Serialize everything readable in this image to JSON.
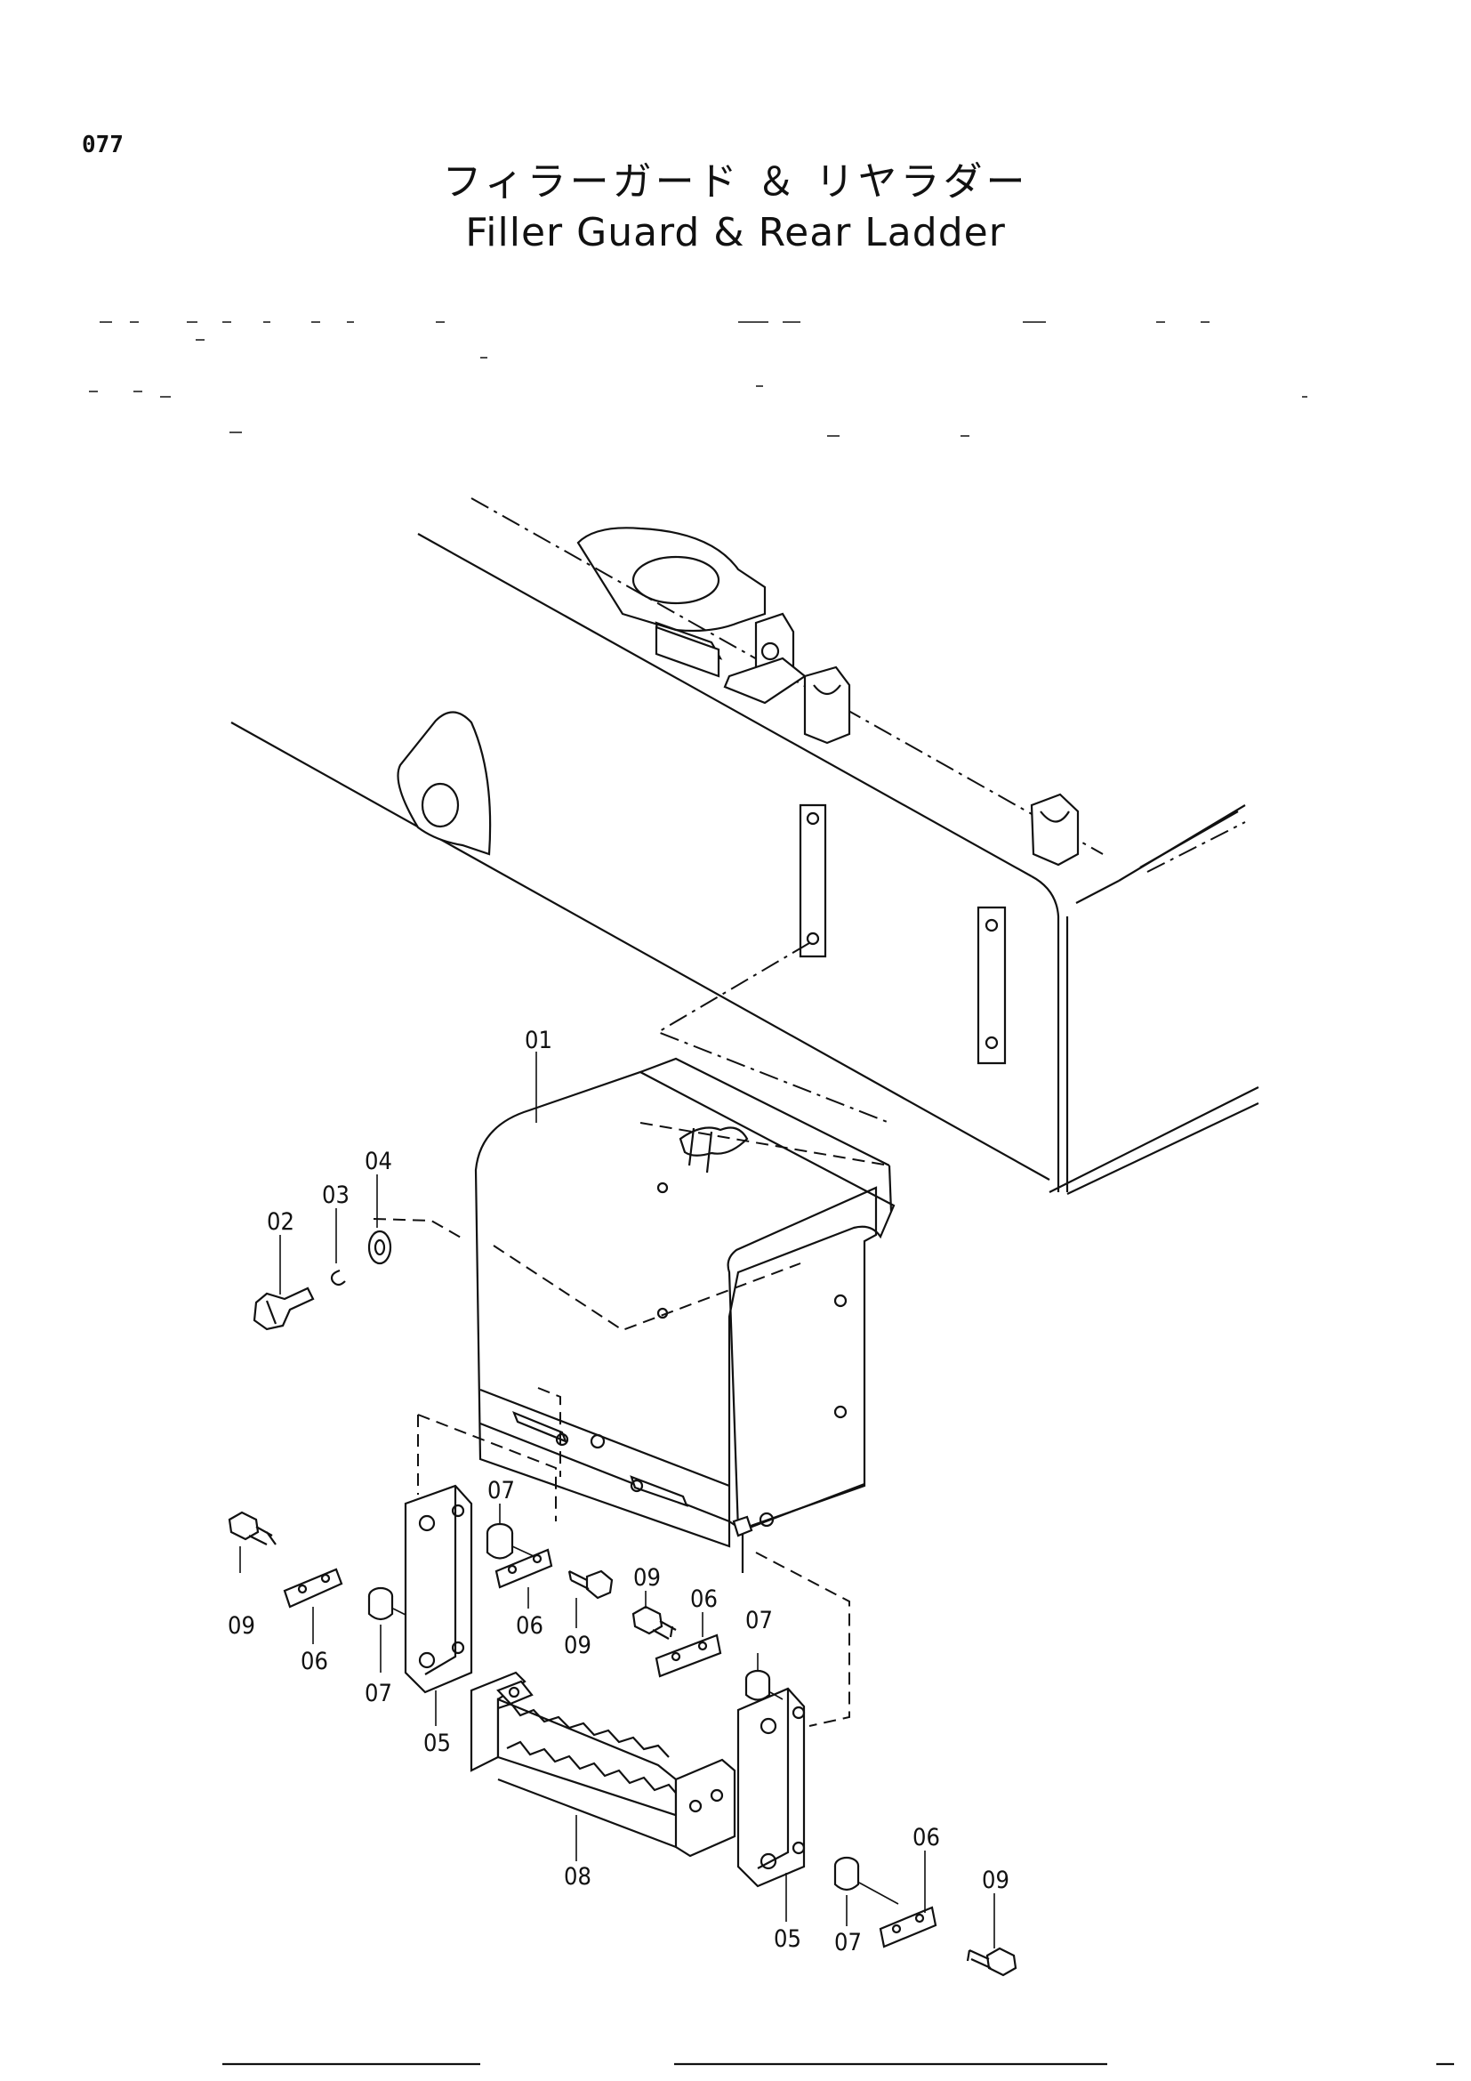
{
  "page_number": "077",
  "title_japanese": "フィラーガード ＆ リヤラダー",
  "title_english": "Filler Guard & Rear Ladder",
  "callouts": [
    "01",
    "02",
    "03",
    "04",
    "09",
    "06",
    "07",
    "05",
    "07",
    "06",
    "09",
    "09",
    "06",
    "07",
    "08",
    "05",
    "06",
    "09",
    "07"
  ]
}
